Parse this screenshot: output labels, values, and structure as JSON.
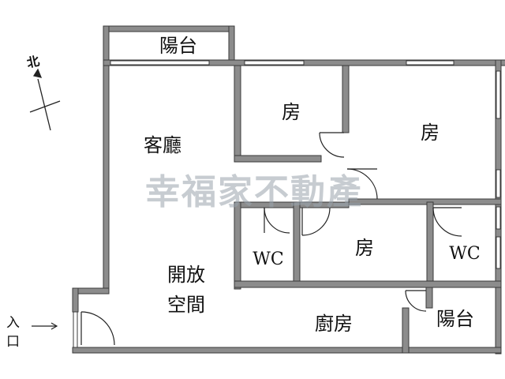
{
  "compass": {
    "label": "北"
  },
  "entrance": {
    "label": "入口"
  },
  "watermark": "幸福家不動產",
  "rooms": {
    "balcony_top": "陽台",
    "living": "客廳",
    "bedroom_1": "房",
    "bedroom_2": "房",
    "bedroom_3": "房",
    "wc_1": "WC",
    "wc_2": "WC",
    "open_space": "開放空間",
    "kitchen": "廚房",
    "balcony_right": "陽台"
  },
  "colors": {
    "wall": "#8c8c8c",
    "wall_edge": "#3a3a3a",
    "line": "#222222"
  }
}
